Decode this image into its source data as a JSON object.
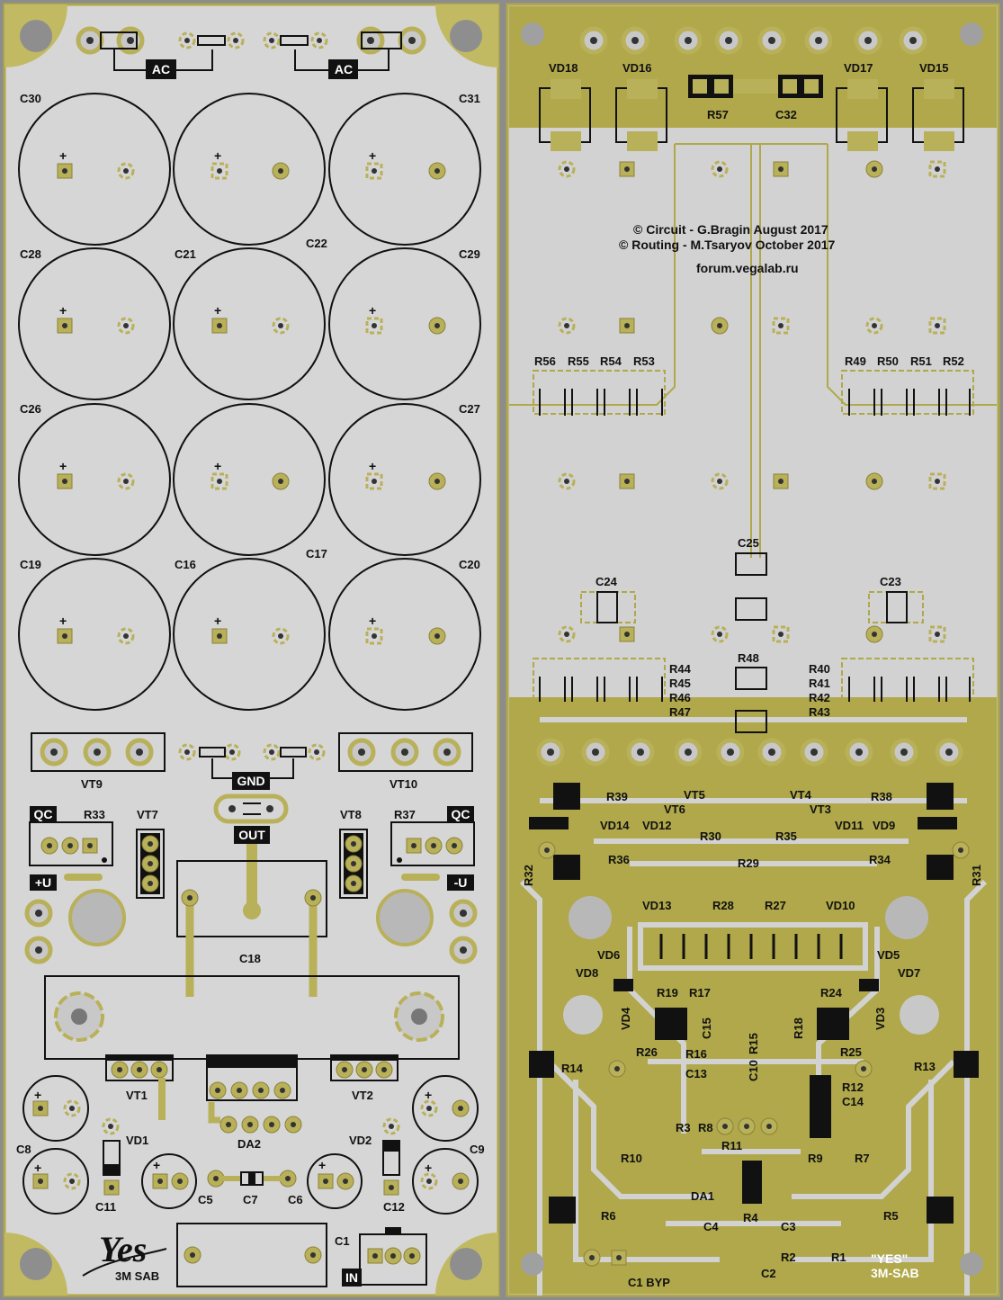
{
  "colors": {
    "background": "#8c8c8c",
    "board_left": "#d6d6d6",
    "board_right": "#d2d2d2",
    "copper": "#b0a84a",
    "pad": "#b9b05a",
    "silk": "#111111"
  },
  "left_board": {
    "tags": {
      "ac1": "AC",
      "ac2": "AC",
      "gnd": "GND",
      "out": "OUT",
      "qc_left": "QC",
      "qc_right": "QC",
      "plus_u": "+U",
      "minus_u": "-U",
      "in": "IN"
    },
    "labels": {
      "c30": "C30",
      "c31": "C31",
      "c28": "C28",
      "c21": "C21",
      "c22": "C22",
      "c29": "C29",
      "c26": "C26",
      "c27": "C27",
      "c19": "C19",
      "c16": "C16",
      "c17": "C17",
      "c20": "C20",
      "vt9": "VT9",
      "vt10": "VT10",
      "r33": "R33",
      "vt7": "VT7",
      "vt8": "VT8",
      "r37": "R37",
      "c18": "C18",
      "vt1": "VT1",
      "vt2": "VT2",
      "da2": "DA2",
      "c8": "C8",
      "c9": "C9",
      "vd1": "VD1",
      "vd2": "VD2",
      "c11": "C11",
      "c12": "C12",
      "c5": "C5",
      "c7": "C7",
      "c6": "C6",
      "c1": "C1"
    },
    "plus": "+",
    "logo": {
      "script": "Yes",
      "caption": "3M SAB"
    }
  },
  "right_board": {
    "copyright": {
      "line1": "© Circuit - G.Bragin   August 2017",
      "line2": "© Routing - M.Tsaryov   October 2017",
      "line3": "forum.vegalab.ru"
    },
    "labels": {
      "vd18": "VD18",
      "vd16": "VD16",
      "vd17": "VD17",
      "vd15": "VD15",
      "r57": "R57",
      "c32": "C32",
      "r56": "R56",
      "r55": "R55",
      "r54": "R54",
      "r53": "R53",
      "r49": "R49",
      "r50": "R50",
      "r51": "R51",
      "r52": "R52",
      "c25": "C25",
      "c24": "C24",
      "c23": "C23",
      "r48": "R48",
      "r44": "R44",
      "r45": "R45",
      "r46": "R46",
      "r47": "R47",
      "r40": "R40",
      "r41": "R41",
      "r42": "R42",
      "r43": "R43",
      "r39": "R39",
      "vt5": "VT5",
      "vt4": "VT4",
      "vt6": "VT6",
      "vt3": "VT3",
      "r38": "R38",
      "vd14": "VD14",
      "vd12": "VD12",
      "vd11": "VD11",
      "vd9": "VD9",
      "r30": "R30",
      "r35": "R35",
      "r36": "R36",
      "r29": "R29",
      "r34": "R34",
      "r32": "R32",
      "r31": "R31",
      "vd13": "VD13",
      "r28": "R28",
      "r27": "R27",
      "vd10": "VD10",
      "vd6": "VD6",
      "vd5": "VD5",
      "vd8": "VD8",
      "vd7": "VD7",
      "r19": "R19",
      "r17": "R17",
      "r24": "R24",
      "vd4": "VD4",
      "vd3": "VD3",
      "c15": "C15",
      "r15": "R15",
      "r18": "R18",
      "r26": "R26",
      "r16": "R16",
      "r25": "R25",
      "c13": "C13",
      "c10": "C10",
      "r12": "R12",
      "c14": "C14",
      "r14": "R14",
      "r13": "R13",
      "r3": "R3",
      "r8": "R8",
      "r11": "R11",
      "r10": "R10",
      "r9": "R9",
      "r7": "R7",
      "da1": "DA1",
      "r6": "R6",
      "r5": "R5",
      "c4": "C4",
      "r4": "R4",
      "c3": "C3",
      "r2": "R2",
      "r1": "R1",
      "c1byp": "C1 BYP",
      "c2": "C2"
    },
    "signature": {
      "line1": "\"YES\"",
      "line2": "3M-SAB"
    }
  }
}
